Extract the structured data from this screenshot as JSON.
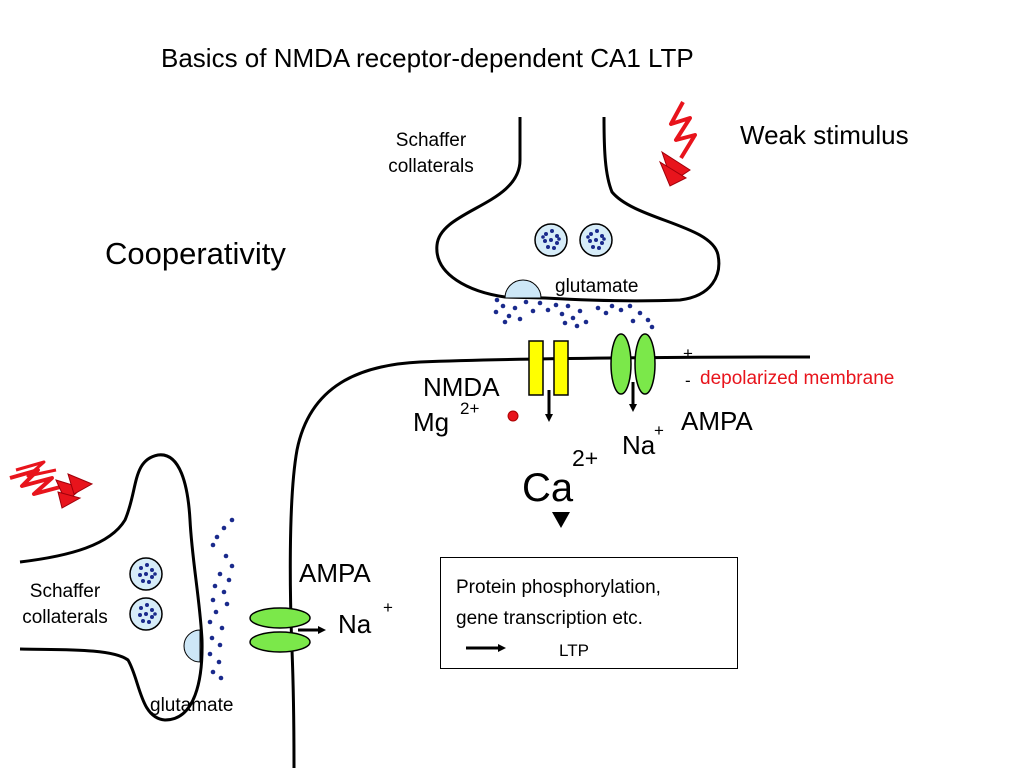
{
  "title": "Basics of NMDA receptor-dependent CA1 LTP",
  "cooperativity_label": "Cooperativity",
  "weak_stimulus_label": "Weak stimulus",
  "top_terminal": {
    "schaffer_label": "Schaffer collaterals",
    "glutamate_label": "glutamate"
  },
  "bottom_terminal": {
    "schaffer_label": "Schaffer collaterals",
    "glutamate_label": "glutamate"
  },
  "nmda_label": "NMDA",
  "mg_label": "Mg",
  "mg_charge": "2+",
  "membrane": {
    "plus_sign": "+",
    "minus_sign": "-",
    "depolarized_label": "depolarized membrane"
  },
  "ampa_top": {
    "label": "AMPA",
    "ion": "Na",
    "charge": "+"
  },
  "calcium": {
    "ion": "Ca",
    "charge": "2+"
  },
  "ampa_bottom": {
    "label": "AMPA",
    "ion": "Na",
    "charge": "+"
  },
  "outcome_box": {
    "line1": "Protein phosphorylation,",
    "line2": "gene transcription etc.",
    "ltp_label": "LTP"
  },
  "colors": {
    "depolarized_text": "#e8141c",
    "nmda_channel": "#ffff00",
    "ampa_channel": "#7be84a",
    "receptor_blue": "#cde7f7",
    "vesicle_fill": "#d6ecf8",
    "glutamate_dot": "#1a2a8c",
    "lightning_red": "#e8141c",
    "mg_ion": "#e8141c"
  },
  "icons": [
    "lightning-stimulus-icon",
    "synaptic-vesicle-icon",
    "arrow-icon"
  ]
}
